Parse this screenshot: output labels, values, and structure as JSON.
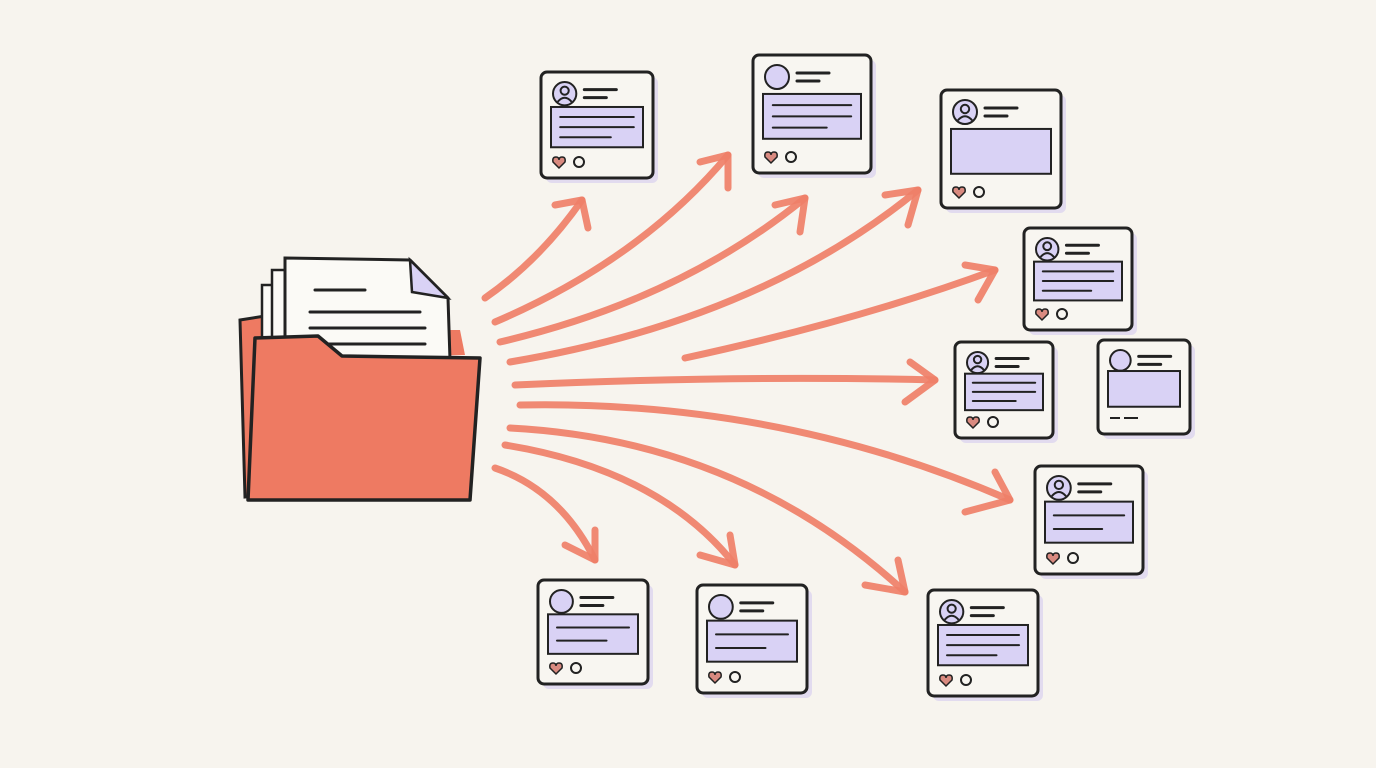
{
  "colors": {
    "background": "#f7f4ee",
    "folder": "#ee7a62",
    "arrow": "#ef7f68",
    "ink": "#222222",
    "card": "#f8f6f1",
    "card_content": "#d9d2f5",
    "card_shadow": "#d8d0f0",
    "heart": "#d98a80",
    "paper": "#fbfaf6"
  },
  "folder": {
    "documents": 3
  },
  "cards": [
    {
      "avatar": "person-icon",
      "content_lines": 3,
      "footer": "reactions"
    },
    {
      "avatar": "plain-circle",
      "content_lines": 3,
      "footer": "reactions"
    },
    {
      "avatar": "person-icon",
      "content_lines": 0,
      "footer": "reactions"
    },
    {
      "avatar": "person-icon",
      "content_lines": 3,
      "footer": "reactions"
    },
    {
      "avatar": "person-icon",
      "content_lines": 3,
      "footer": "reactions"
    },
    {
      "avatar": "plain-circle",
      "content_lines": 0,
      "footer": "lines"
    },
    {
      "avatar": "person-icon",
      "content_lines": 2,
      "footer": "reactions"
    },
    {
      "avatar": "plain-circle",
      "content_lines": 2,
      "footer": "reactions"
    },
    {
      "avatar": "plain-circle",
      "content_lines": 2,
      "footer": "reactions"
    },
    {
      "avatar": "person-icon",
      "content_lines": 3,
      "footer": "reactions"
    }
  ]
}
